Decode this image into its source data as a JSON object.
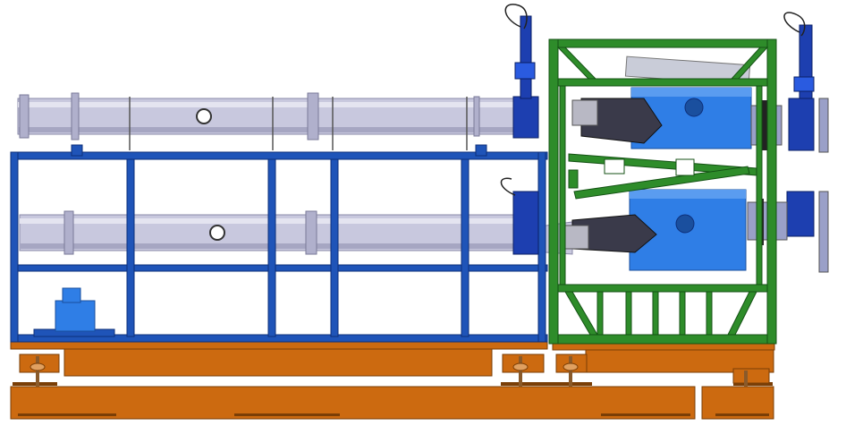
{
  "colors": {
    "background": "#ffffff",
    "frame_blue": "#1f54b8",
    "frame_blue_dark": "#0d2f7a",
    "frame_green": "#2e8c2a",
    "frame_green_dark": "#145214",
    "pipe": "#c8c8de",
    "pipe_dark": "#8a8aa8",
    "vessel_blue": "#2f7ee6",
    "vessel_blue_dark": "#1a4f9e",
    "beam_orange": "#cc6a10",
    "beam_orange_dark": "#7a3e06",
    "valve_blue": "#1d3fb0",
    "metal_grey": "#9a9a9a",
    "cable": "#222222"
  },
  "components": [
    "upper-beam-pipe",
    "lower-beam-pipe",
    "blue-support-frame",
    "green-chamber-frame",
    "upper-vacuum-chamber",
    "lower-vacuum-chamber",
    "gate-valves",
    "orange-base-beams",
    "leveling-feet",
    "pump-unit"
  ]
}
